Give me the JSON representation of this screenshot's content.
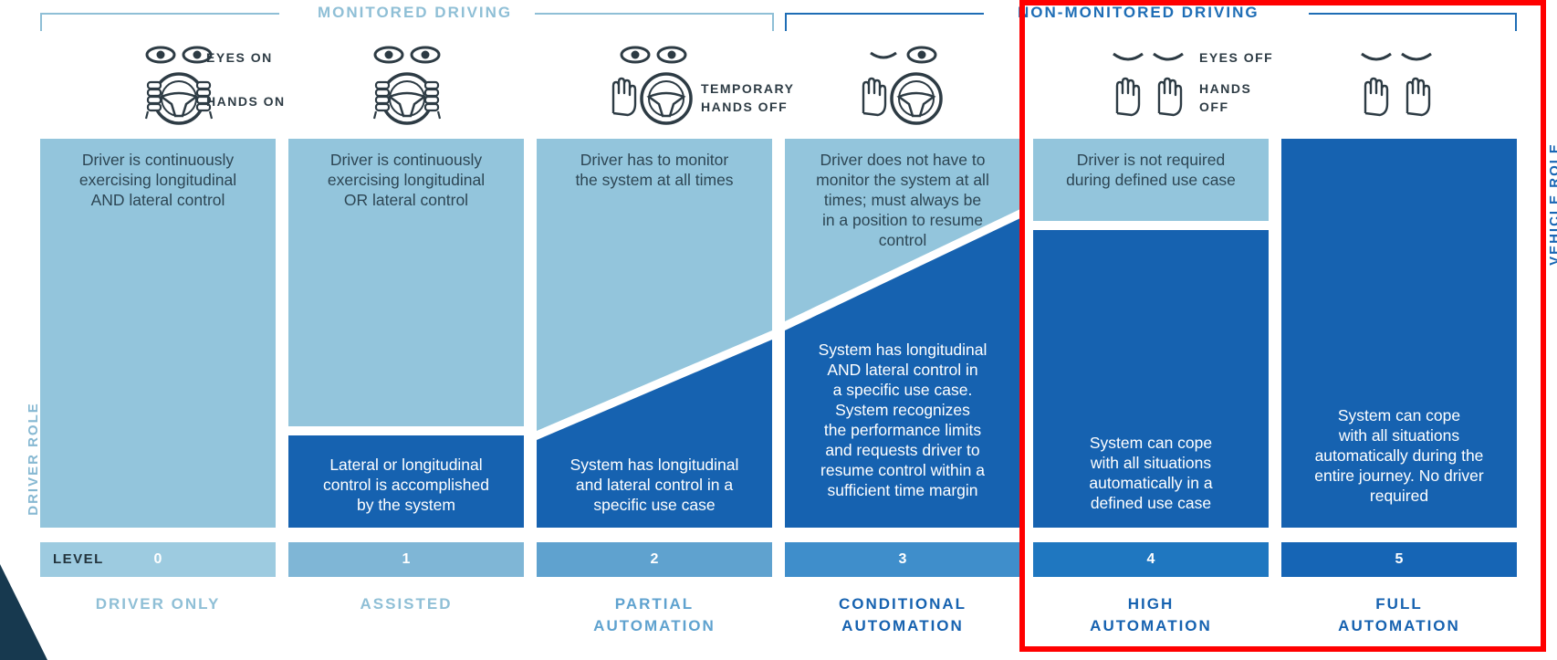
{
  "colors": {
    "light_blue": "#93c5dc",
    "dark_blue": "#1662b0",
    "header_light": "#8fbfd6",
    "header_dark": "#1e6db5",
    "label_light": "#86b8d2",
    "label_dark": "#1866b4",
    "highlight_red": "#ff0000",
    "corner_navy": "#17394f",
    "level_colors": [
      "#9dcbe0",
      "#7fb6d6",
      "#5fa2cf",
      "#3f8ecb",
      "#1f77c0",
      "#1665b5"
    ]
  },
  "headers": {
    "monitored": "MONITORED DRIVING",
    "non_monitored": "NON-MONITORED DRIVING"
  },
  "icons": [
    {
      "eyes": "eyes-open-icon",
      "hands": "hands-on-wheel-icon"
    },
    {
      "eyes": "eyes-open-icon",
      "hands": "hands-on-wheel-icon"
    },
    {
      "eyes": "eyes-open-icon",
      "hands": "hands-off-wheel-icon"
    },
    {
      "eyes": "eye-half-closed-icon",
      "hands": "hands-off-wheel-icon"
    },
    {
      "eyes": "eyes-closed-icon",
      "hands": "raised-hands-icon"
    },
    {
      "eyes": "eyes-closed-icon",
      "hands": "raised-hands-icon"
    }
  ],
  "icon_labels": {
    "eyes_on": "EYES ON",
    "hands_on": "HANDS ON",
    "temporary": "TEMPORARY",
    "hands_off_a": "HANDS OFF",
    "eyes_off": "EYES OFF",
    "hands": "HANDS",
    "off": "OFF"
  },
  "side_labels": {
    "driver_role": "DRIVER ROLE",
    "vehicle_role": "VEHICLE ROLE"
  },
  "level_word": "LEVEL",
  "levels": [
    {
      "number": "0",
      "name_lines": [
        "DRIVER ONLY"
      ],
      "driver_lines": [
        "Driver is continuously",
        "exercising longitudinal",
        "AND lateral control"
      ],
      "system_lines": []
    },
    {
      "number": "1",
      "name_lines": [
        "ASSISTED"
      ],
      "driver_lines": [
        "Driver is continuously",
        "exercising longitudinal",
        "OR lateral control"
      ],
      "system_lines": [
        "Lateral or longitudinal",
        "control is accomplished",
        "by the system"
      ]
    },
    {
      "number": "2",
      "name_lines": [
        "PARTIAL",
        "AUTOMATION"
      ],
      "driver_lines": [
        "Driver has to monitor",
        "the system at all times"
      ],
      "system_lines": [
        "System has longitudinal",
        "and lateral control in a",
        "specific use case"
      ]
    },
    {
      "number": "3",
      "name_lines": [
        "CONDITIONAL",
        "AUTOMATION"
      ],
      "driver_lines": [
        "Driver does not have to",
        "monitor the system at all",
        "times; must always be",
        "in a position to resume",
        "control"
      ],
      "system_lines": [
        "System has longitudinal",
        "AND lateral control in",
        "a specific use case.",
        "System recognizes",
        "the performance limits",
        "and requests driver to",
        "resume control within a",
        "sufficient time margin"
      ]
    },
    {
      "number": "4",
      "name_lines": [
        "HIGH",
        "AUTOMATION"
      ],
      "driver_lines": [
        "Driver is not required",
        "during defined use case"
      ],
      "system_lines": [
        "System can cope",
        "with all situations",
        "automatically in a",
        "defined use case"
      ]
    },
    {
      "number": "5",
      "name_lines": [
        "FULL",
        "AUTOMATION"
      ],
      "driver_lines": [],
      "system_lines": [
        "System can cope",
        "with all situations",
        "automatically during the",
        "entire journey. No driver",
        "required"
      ]
    }
  ]
}
